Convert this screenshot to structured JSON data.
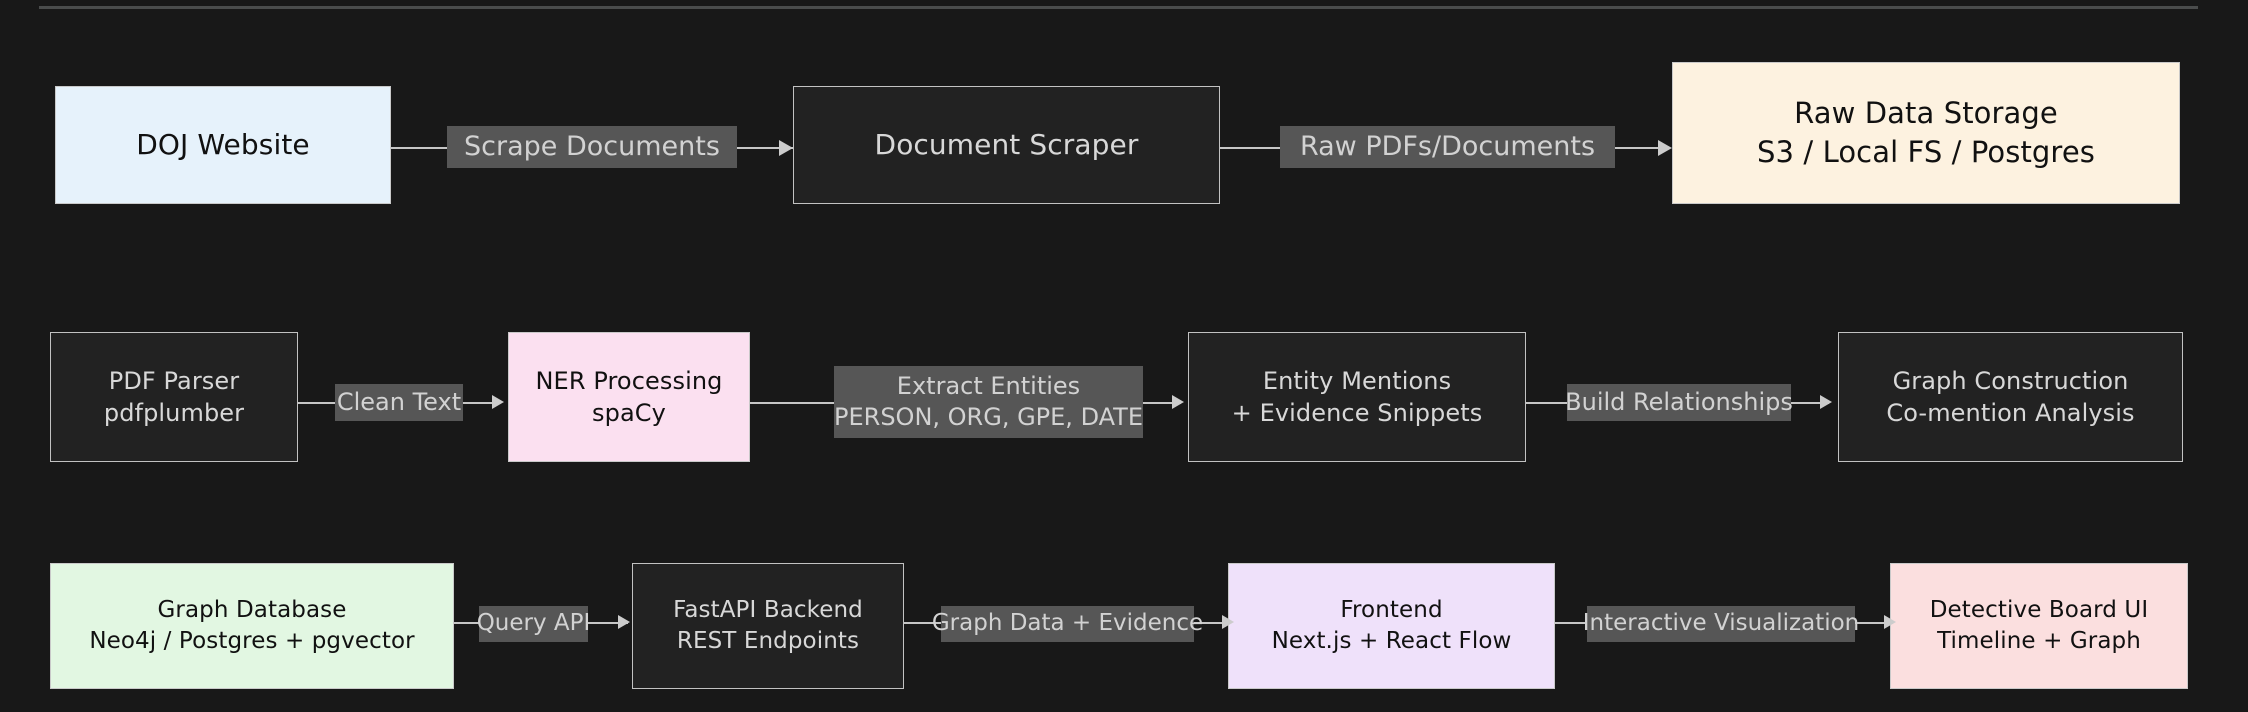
{
  "diagram": {
    "title_bar_divider": true,
    "background_color": "#181818",
    "edge_label_bg": "#565656",
    "edge_label_color": "#d2d2d2",
    "connector_color": "#c6c6c6",
    "rows": [
      {
        "id": "ingestion",
        "nodes": [
          {
            "id": "doj-website",
            "lines": [
              "DOJ Website"
            ],
            "fill": "#e6f2fb",
            "text_color": "#111111",
            "style": "tinted"
          },
          {
            "id": "document-scraper",
            "lines": [
              "Document Scraper"
            ],
            "fill": "#222222",
            "text_color": "#d8d8d8",
            "style": "dark"
          },
          {
            "id": "raw-data-storage",
            "lines": [
              "Raw Data Storage",
              "S3 / Local FS / Postgres"
            ],
            "fill": "#fdf2e0",
            "text_color": "#111111",
            "style": "tinted"
          }
        ],
        "edges": [
          {
            "id": "scrape-documents",
            "lines": [
              "Scrape Documents"
            ]
          },
          {
            "id": "raw-pdfs-documents",
            "lines": [
              "Raw PDFs/Documents"
            ]
          }
        ]
      },
      {
        "id": "processing",
        "nodes": [
          {
            "id": "pdf-parser",
            "lines": [
              "PDF Parser",
              "pdfplumber"
            ],
            "fill": "#222222",
            "text_color": "#d8d8d8",
            "style": "dark"
          },
          {
            "id": "ner-processing",
            "lines": [
              "NER Processing",
              "spaCy"
            ],
            "fill": "#fbe0f0",
            "text_color": "#111111",
            "style": "tinted"
          },
          {
            "id": "entity-mentions",
            "lines": [
              "Entity Mentions",
              "+ Evidence Snippets"
            ],
            "fill": "#222222",
            "text_color": "#d8d8d8",
            "style": "dark"
          },
          {
            "id": "graph-construction",
            "lines": [
              "Graph Construction",
              "Co-mention Analysis"
            ],
            "fill": "#222222",
            "text_color": "#d8d8d8",
            "style": "dark"
          }
        ],
        "edges": [
          {
            "id": "clean-text",
            "lines": [
              "Clean Text"
            ]
          },
          {
            "id": "extract-entities",
            "lines": [
              "Extract Entities",
              "PERSON, ORG, GPE, DATE"
            ]
          },
          {
            "id": "build-relationships",
            "lines": [
              "Build Relationships"
            ]
          }
        ]
      },
      {
        "id": "serving",
        "nodes": [
          {
            "id": "graph-database",
            "lines": [
              "Graph Database",
              "Neo4j / Postgres + pgvector"
            ],
            "fill": "#e2f7e2",
            "text_color": "#111111",
            "style": "tinted"
          },
          {
            "id": "fastapi-backend",
            "lines": [
              "FastAPI Backend",
              "REST Endpoints"
            ],
            "fill": "#222222",
            "text_color": "#d8d8d8",
            "style": "dark"
          },
          {
            "id": "frontend",
            "lines": [
              "Frontend",
              "Next.js + React Flow"
            ],
            "fill": "#efe1fa",
            "text_color": "#111111",
            "style": "tinted"
          },
          {
            "id": "detective-board-ui",
            "lines": [
              "Detective Board UI",
              "Timeline + Graph"
            ],
            "fill": "#fbdfdf",
            "text_color": "#111111",
            "style": "tinted"
          }
        ],
        "edges": [
          {
            "id": "query-api",
            "lines": [
              "Query API"
            ]
          },
          {
            "id": "graph-data-evidence",
            "lines": [
              "Graph Data + Evidence"
            ]
          },
          {
            "id": "interactive-visualization",
            "lines": [
              "Interactive Visualization"
            ]
          }
        ]
      }
    ]
  }
}
